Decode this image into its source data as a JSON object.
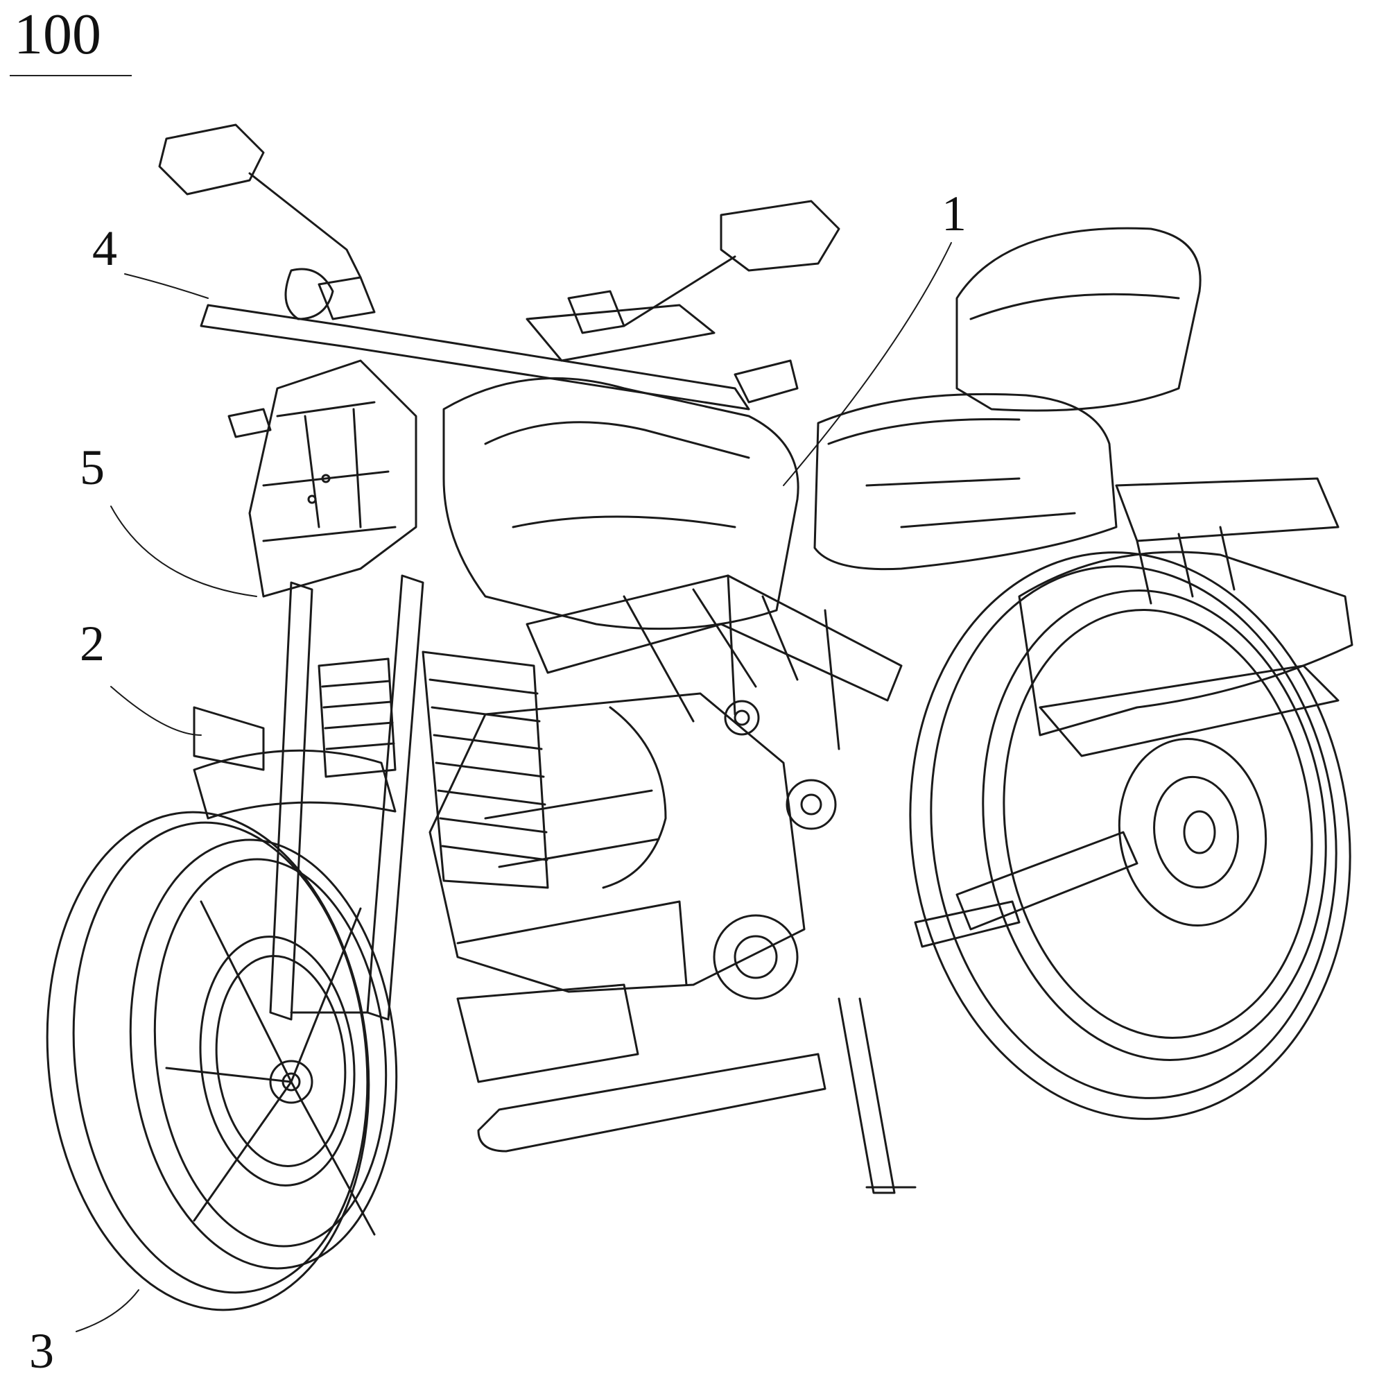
{
  "figure": {
    "number": "100",
    "subject": "motorcycle",
    "callouts": [
      {
        "id": "1",
        "label": "1",
        "part": "frame"
      },
      {
        "id": "2",
        "label": "2",
        "part": "front-headlight"
      },
      {
        "id": "3",
        "label": "3",
        "part": "front-wheel"
      },
      {
        "id": "4",
        "label": "4",
        "part": "handlebar"
      },
      {
        "id": "5",
        "label": "5",
        "part": "front-fairing"
      }
    ]
  }
}
